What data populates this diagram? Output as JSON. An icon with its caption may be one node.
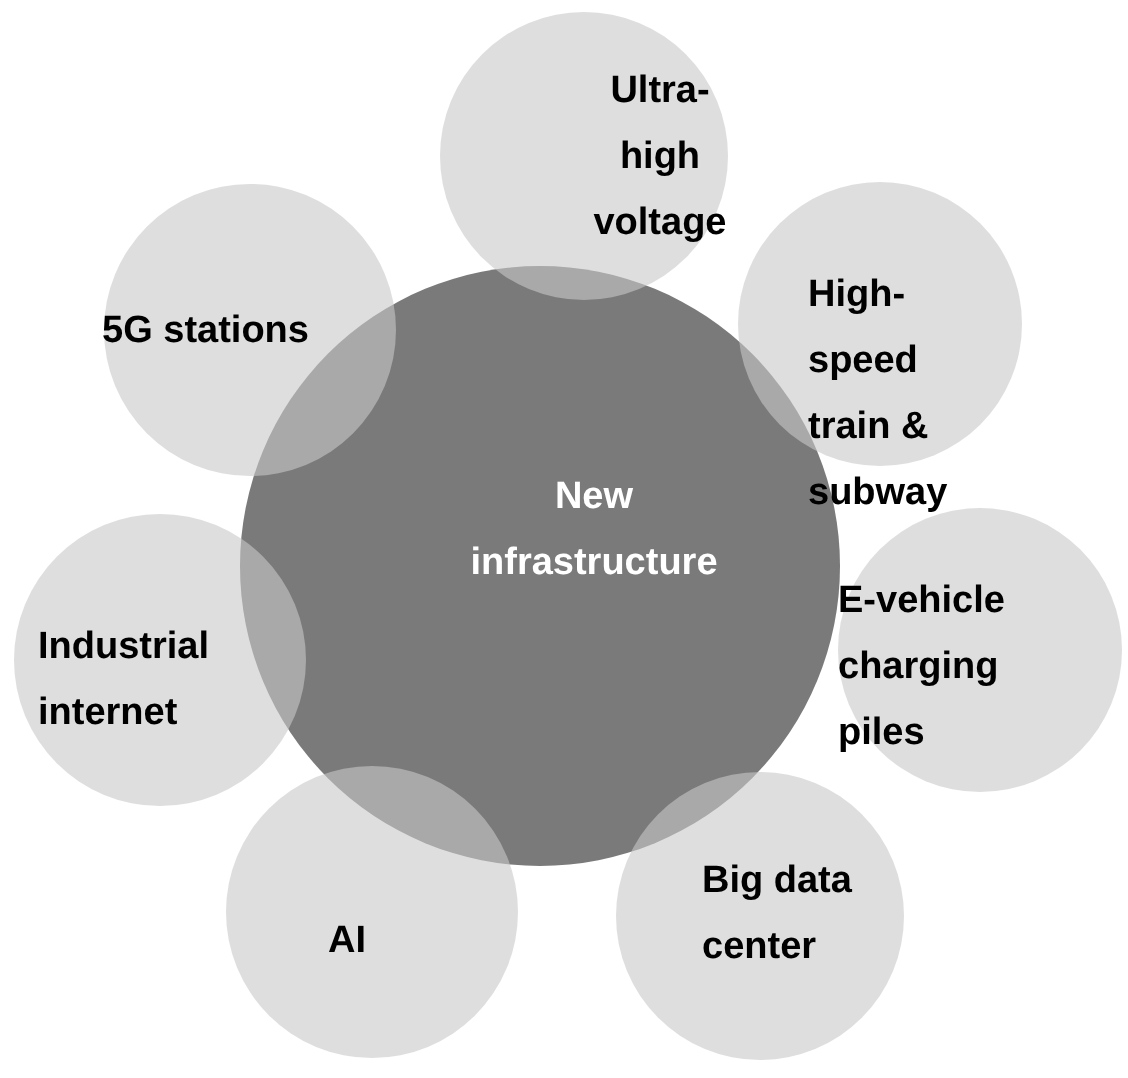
{
  "diagram": {
    "nodes": [
      {
        "text": [
          "New infrastructure"
        ]
      },
      {
        "text": [
          "Ultra-high voltage"
        ]
      },
      {
        "text": [
          "High-speed train & subway"
        ]
      },
      {
        "text": [
          "E-vehicle charging piles"
        ]
      },
      {
        "text": [
          "Big data center"
        ]
      },
      {
        "text": [
          "AI"
        ]
      },
      {
        "text": [
          "Industrial internet"
        ]
      },
      {
        "text": [
          "5G stations"
        ]
      }
    ]
  }
}
